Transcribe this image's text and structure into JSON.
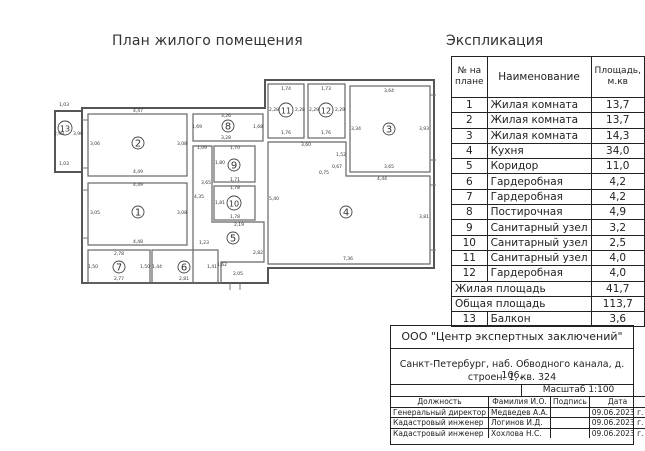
{
  "plan": {
    "title": "План жилого помещения",
    "rooms": [
      {
        "id": "1",
        "w_label": "4,49",
        "h_label": "3,05"
      },
      {
        "id": "2",
        "w_label": "4,47",
        "h_label": "3,06"
      },
      {
        "id": "3",
        "w_label": "3,64",
        "h_label": "3,93"
      },
      {
        "id": "4",
        "w_label": "7,36",
        "h_label": "3,81"
      },
      {
        "id": "5"
      },
      {
        "id": "6",
        "w_label": "2,81"
      },
      {
        "id": "7",
        "w_label": "2,78"
      },
      {
        "id": "8",
        "w_label": "3,26"
      },
      {
        "id": "9",
        "w_label": "1,70"
      },
      {
        "id": "10",
        "w_label": "1,78"
      },
      {
        "id": "11",
        "w_label": "1,74"
      },
      {
        "id": "12",
        "w_label": "1,73"
      },
      {
        "id": "13",
        "w_label": "1,03"
      }
    ],
    "dimension_labels": [
      "4,47",
      "3,06",
      "4,49",
      "3,05",
      "4,49",
      "3,08",
      "4,48",
      "3,08",
      "3,26",
      "3,28",
      "1,69",
      "1,68",
      "1,70",
      "1,80",
      "1,71",
      "1,78",
      "1,81",
      "1,78",
      "1,74",
      "1,76",
      "2,28",
      "2,28",
      "1,73",
      "1,76",
      "2,29",
      "2,29",
      "3,64",
      "3,65",
      "3,34",
      "3,93",
      "3,60",
      "5,40",
      "4,44",
      "3,81",
      "7,36",
      "2,78",
      "2,77",
      "1,50",
      "1,50",
      "2,81",
      "1,44",
      "1,41",
      "1,62",
      "2,05",
      "1,09",
      "3,65",
      "4,35",
      "1,23",
      "2,19",
      "2,82",
      "0,67",
      "1,52",
      "0,75",
      "1,03",
      "1,03",
      "2,98",
      "3,90"
    ]
  },
  "explication": {
    "title": "Экспликация",
    "headers": {
      "num": "№ на плане",
      "name": "Наименование",
      "area": "Площадь, м.кв"
    },
    "rows": [
      {
        "num": "1",
        "name": "Жилая комната",
        "area": "13,7"
      },
      {
        "num": "2",
        "name": "Жилая комната",
        "area": "13,7"
      },
      {
        "num": "3",
        "name": "Жилая комната",
        "area": "14,3"
      },
      {
        "num": "4",
        "name": "Кухня",
        "area": "34,0"
      },
      {
        "num": "5",
        "name": "Коридор",
        "area": "11,0"
      },
      {
        "num": "6",
        "name": "Гардеробная",
        "area": "4,2"
      },
      {
        "num": "7",
        "name": "Гардеробная",
        "area": "4,2"
      },
      {
        "num": "8",
        "name": "Постирочная",
        "area": "4,9"
      },
      {
        "num": "9",
        "name": "Санитарный узел",
        "area": "3,2"
      },
      {
        "num": "10",
        "name": "Санитарный узел",
        "area": "2,5"
      },
      {
        "num": "11",
        "name": "Санитарный узел",
        "area": "4,0"
      },
      {
        "num": "12",
        "name": "Гардеробная",
        "area": "4,0"
      }
    ],
    "summary": [
      {
        "label": "Жилая площадь",
        "area": "41,7"
      },
      {
        "label": "Общая площадь",
        "area": "113,7"
      }
    ],
    "balcony": {
      "num": "13",
      "name": "Балкон",
      "area": "3,6"
    }
  },
  "stamp": {
    "organization": "ООО \"Центр экспертных заключений\"",
    "address_line1": "Санкт-Петербург, наб. Обводного канала, д. 106,",
    "address_line2": "строен. 1, кв. 324",
    "scale": "Масштаб 1:100",
    "headers": [
      "Должность",
      "Фамилия И.О.",
      "Подпись",
      "Дата"
    ],
    "signers": [
      {
        "position": "Генеральный директор",
        "name": "Медведев А.А.",
        "signature": "",
        "date": "09.06.2023 г."
      },
      {
        "position": "Кадастровый инженер",
        "name": "Логинов И.Д.",
        "signature": "",
        "date": "09.06.2023 г."
      },
      {
        "position": "Кадастровый инженер",
        "name": "Хохлова Н.С.",
        "signature": "",
        "date": "09.06.2023 г."
      }
    ]
  }
}
